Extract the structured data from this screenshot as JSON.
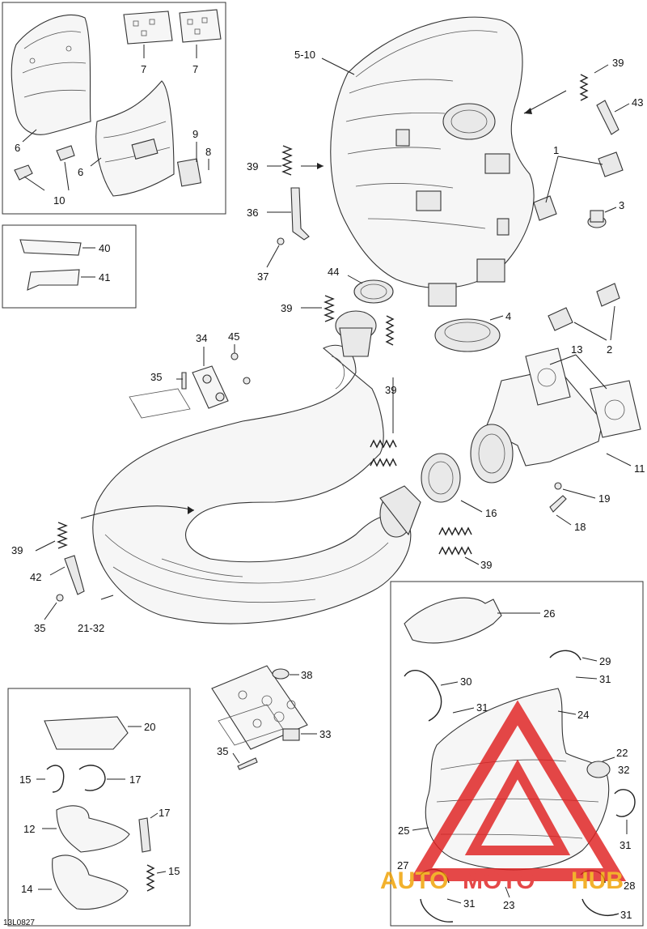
{
  "diagram": {
    "reference_code": "13L0827",
    "watermark": {
      "text_part1": "AUTO",
      "text_part2": "MOTO",
      "text_part3": "HUB",
      "color_red": "#e02020",
      "color_orange": "#f0a000"
    },
    "callouts": [
      "7",
      "7",
      "6",
      "6",
      "9",
      "8",
      "10",
      "40",
      "41",
      "5-10",
      "39",
      "43",
      "1",
      "3",
      "39",
      "36",
      "37",
      "44",
      "39",
      "4",
      "2",
      "34",
      "45",
      "35",
      "39",
      "13",
      "11",
      "19",
      "18",
      "16",
      "39",
      "39",
      "42",
      "35",
      "21-32",
      "26",
      "29",
      "31",
      "30",
      "31",
      "24",
      "22",
      "32",
      "25",
      "31",
      "27",
      "28",
      "23",
      "31",
      "31",
      "38",
      "33",
      "35",
      "20",
      "15",
      "17",
      "12",
      "17",
      "14",
      "15"
    ]
  }
}
